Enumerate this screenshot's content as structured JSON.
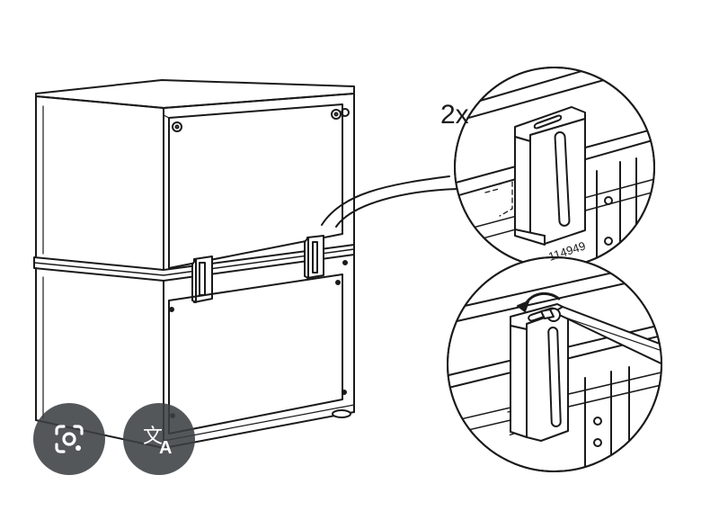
{
  "diagram": {
    "quantity_label": "2x",
    "part_number": "114949"
  },
  "overlay_buttons": [
    {
      "name": "google-lens",
      "icon": "lens-camera-icon"
    },
    {
      "name": "translate",
      "icon": "translate-icon"
    }
  ],
  "colors": {
    "line": "#1a1a1a",
    "background": "#ffffff",
    "fab": "#3c4043",
    "fab_icon": "#ffffff"
  }
}
